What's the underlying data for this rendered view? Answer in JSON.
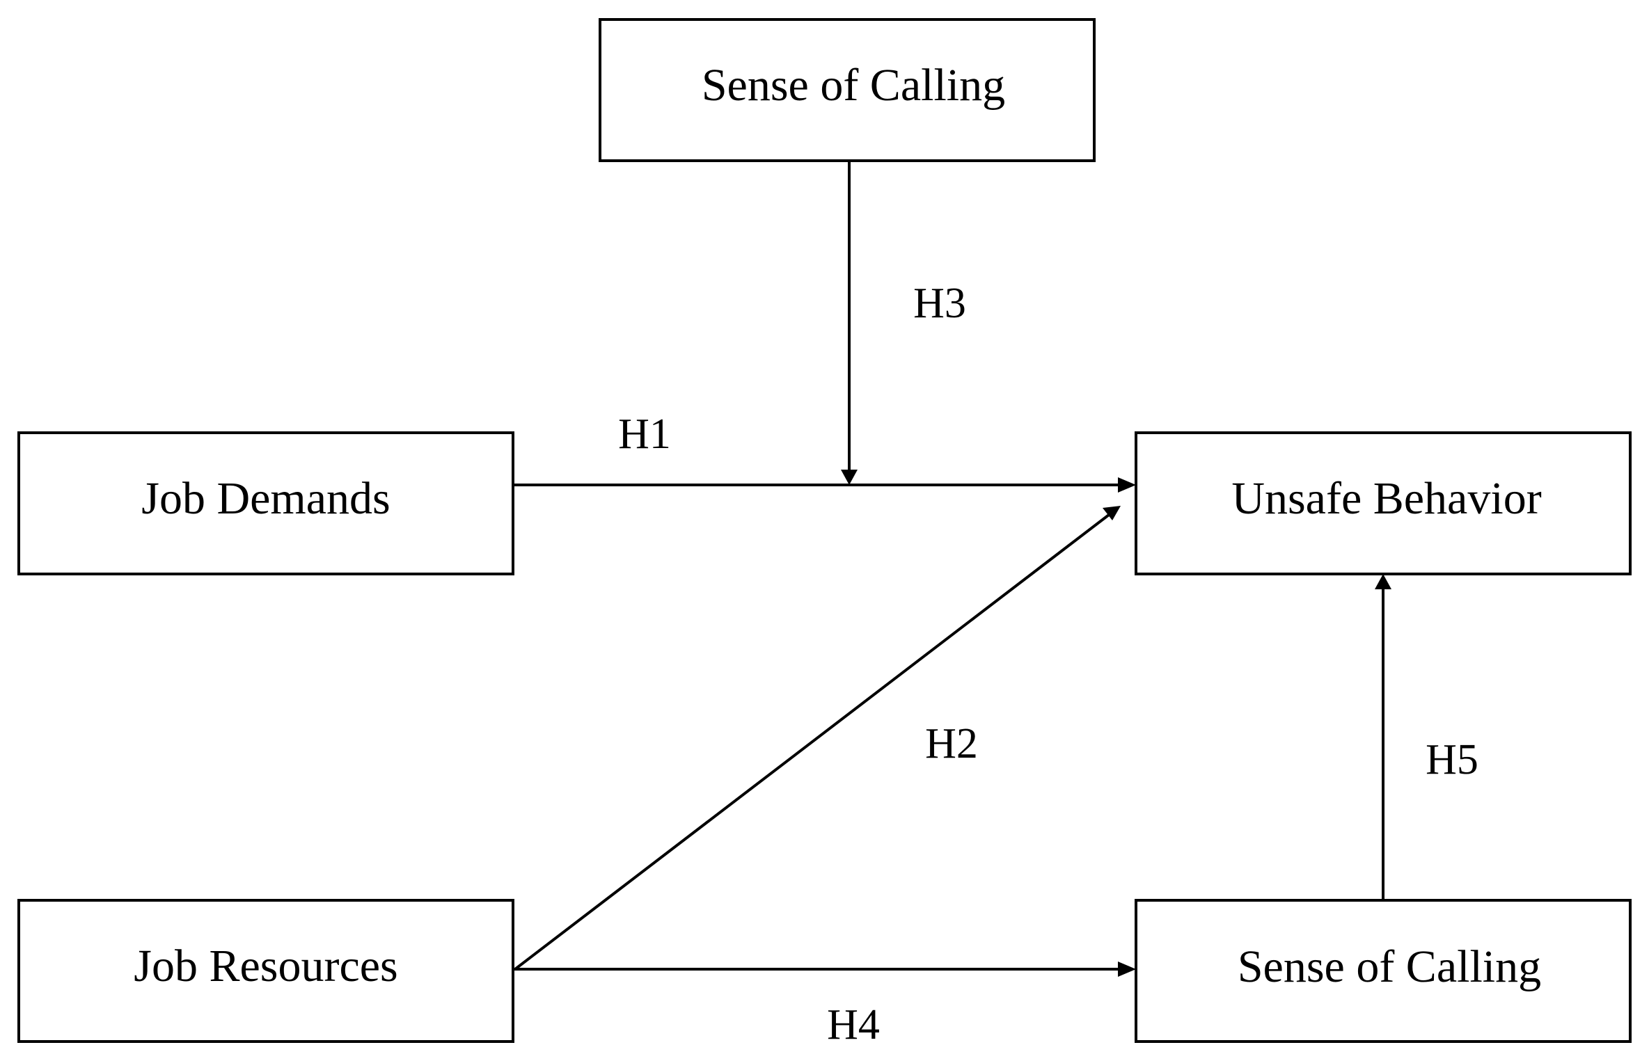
{
  "nodes": {
    "moderator_calling": {
      "label": "Sense of Calling"
    },
    "job_demands": {
      "label": "Job Demands"
    },
    "unsafe_behavior": {
      "label": "Unsafe Behavior"
    },
    "job_resources": {
      "label": "Job Resources"
    },
    "mediator_calling": {
      "label": "Sense of Calling"
    }
  },
  "edges": {
    "h1": {
      "label": "H1",
      "from": "Job Demands",
      "to": "Unsafe Behavior"
    },
    "h2": {
      "label": "H2",
      "from": "Job Resources",
      "to": "Unsafe Behavior"
    },
    "h3": {
      "label": "H3",
      "from": "Sense of Calling",
      "to": "H1"
    },
    "h4": {
      "label": "H4",
      "from": "Job Resources",
      "to": "Sense of Calling"
    },
    "h5": {
      "label": "H5",
      "from": "Sense of Calling",
      "to": "Unsafe Behavior"
    }
  },
  "colors": {
    "stroke": "#000000",
    "background": "#ffffff"
  }
}
